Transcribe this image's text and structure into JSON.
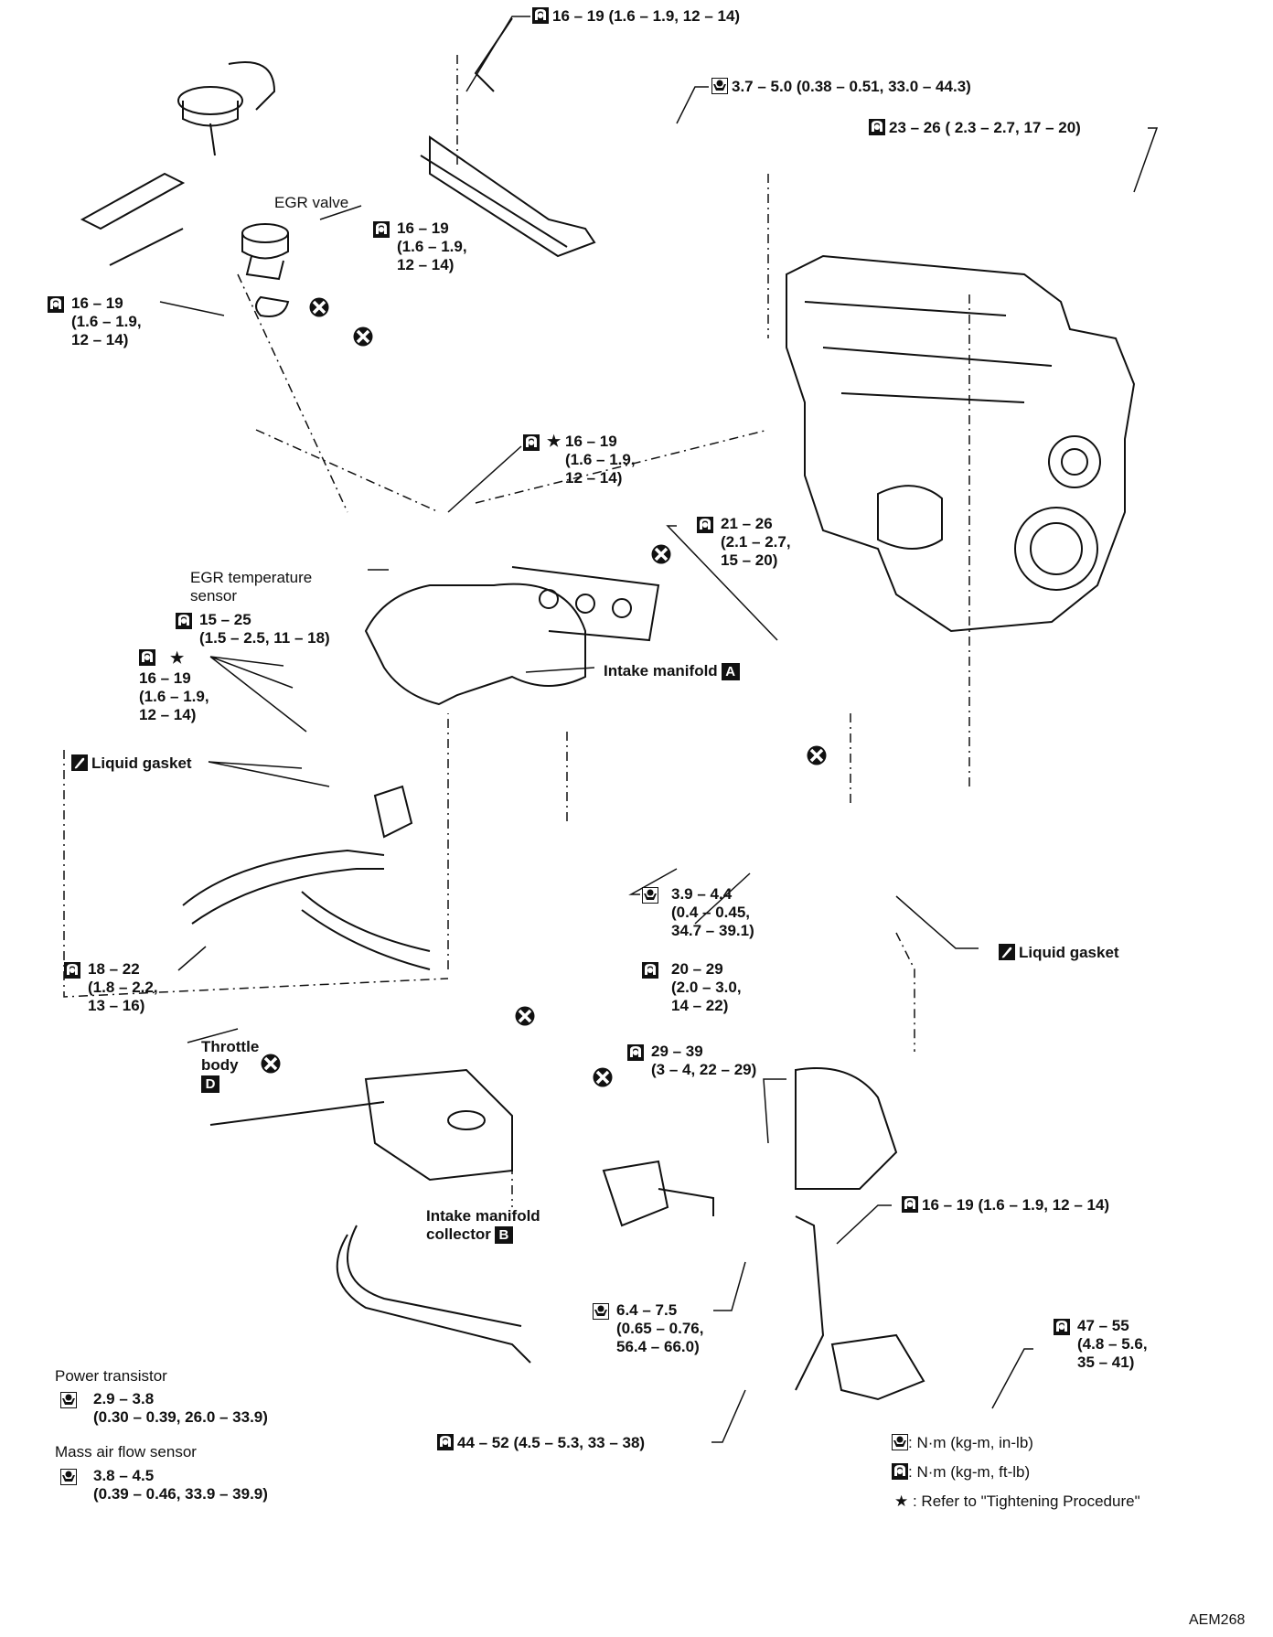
{
  "diagram_code": "AEM268",
  "icons": {
    "wrench_ftlb": "open-wrench-ft-lb-icon",
    "wrench_inlb": "socket-wrench-in-lb-icon",
    "liquid_gasket": "liquid-gasket-icon",
    "replace": "do-not-reuse-icon",
    "star": "★"
  },
  "torque_labels": [
    {
      "id": "t1",
      "unit": "ft-lb",
      "star": false,
      "text": "16 – 19 (1.6 – 1.9, 12 – 14)"
    },
    {
      "id": "t2",
      "unit": "in-lb",
      "star": false,
      "text": "3.7 – 5.0 (0.38 – 0.51, 33.0 – 44.3)"
    },
    {
      "id": "t3",
      "unit": "ft-lb",
      "star": false,
      "text": "23 – 26 ( 2.3 – 2.7, 17 – 20)"
    },
    {
      "id": "t4",
      "unit": "ft-lb",
      "star": false,
      "text": "16 – 19\n(1.6 – 1.9,\n12 – 14)"
    },
    {
      "id": "t5",
      "unit": "ft-lb",
      "star": false,
      "text": "16 – 19\n(1.6 – 1.9,\n12 – 14)"
    },
    {
      "id": "t6",
      "unit": "ft-lb",
      "star": true,
      "text": "16 – 19\n(1.6 – 1.9,\n12 – 14)"
    },
    {
      "id": "t7",
      "unit": "ft-lb",
      "star": false,
      "text": "21 – 26\n(2.1 – 2.7,\n15 – 20)"
    },
    {
      "id": "t8",
      "unit": "ft-lb",
      "star": false,
      "text": "15 – 25\n(1.5 – 2.5, 11 – 18)"
    },
    {
      "id": "t9",
      "unit": "ft-lb",
      "star": true,
      "text": "16 – 19\n(1.6 – 1.9,\n12 – 14)"
    },
    {
      "id": "t10",
      "unit": "in-lb",
      "star": false,
      "text": "3.9 – 4.4\n(0.4 – 0.45,\n34.7 – 39.1)"
    },
    {
      "id": "t11",
      "unit": "ft-lb",
      "star": false,
      "text": "20 – 29\n(2.0 – 3.0,\n14 – 22)"
    },
    {
      "id": "t12",
      "unit": "ft-lb",
      "star": false,
      "text": "18 – 22\n(1.8 – 2.2,\n13 – 16)"
    },
    {
      "id": "t13",
      "unit": "ft-lb",
      "star": false,
      "text": "29 – 39\n(3 – 4, 22 – 29)"
    },
    {
      "id": "t14",
      "unit": "ft-lb",
      "star": false,
      "text": "16 – 19 (1.6 – 1.9, 12 – 14)"
    },
    {
      "id": "t15",
      "unit": "in-lb",
      "star": false,
      "text": "6.4 – 7.5\n(0.65 – 0.76,\n56.4 – 66.0)"
    },
    {
      "id": "t16",
      "unit": "ft-lb",
      "star": false,
      "text": "47 – 55\n(4.8 – 5.6,\n35 – 41)"
    },
    {
      "id": "t17",
      "unit": "ft-lb",
      "star": false,
      "text": "44 – 52 (4.5 – 5.3, 33 – 38)"
    }
  ],
  "part_labels": {
    "egr_valve": "EGR valve",
    "egr_temp_sensor": "EGR temperature\nsensor",
    "intake_manifold": "Intake manifold",
    "intake_manifold_tag": "A",
    "liquid_gasket_1": "Liquid gasket",
    "liquid_gasket_2": "Liquid gasket",
    "throttle_body": "Throttle\nbody",
    "throttle_body_tag": "D",
    "collector": "Intake manifold\ncollector",
    "collector_tag": "B"
  },
  "side_notes": {
    "power_transistor": {
      "title": "Power transistor",
      "torque": "2.9 – 3.8\n(0.30 – 0.39, 26.0 – 33.9)"
    },
    "maf_sensor": {
      "title": "Mass air flow sensor",
      "torque": "3.8 – 4.5\n(0.39 – 0.46, 33.9 – 39.9)"
    }
  },
  "legend": [
    {
      "icon": "in-lb",
      "text": ": N·m (kg-m, in-lb)"
    },
    {
      "icon": "ft-lb",
      "text": ": N·m (kg-m, ft-lb)"
    },
    {
      "icon": "star",
      "text": ": Refer to \"Tightening Procedure\""
    }
  ]
}
